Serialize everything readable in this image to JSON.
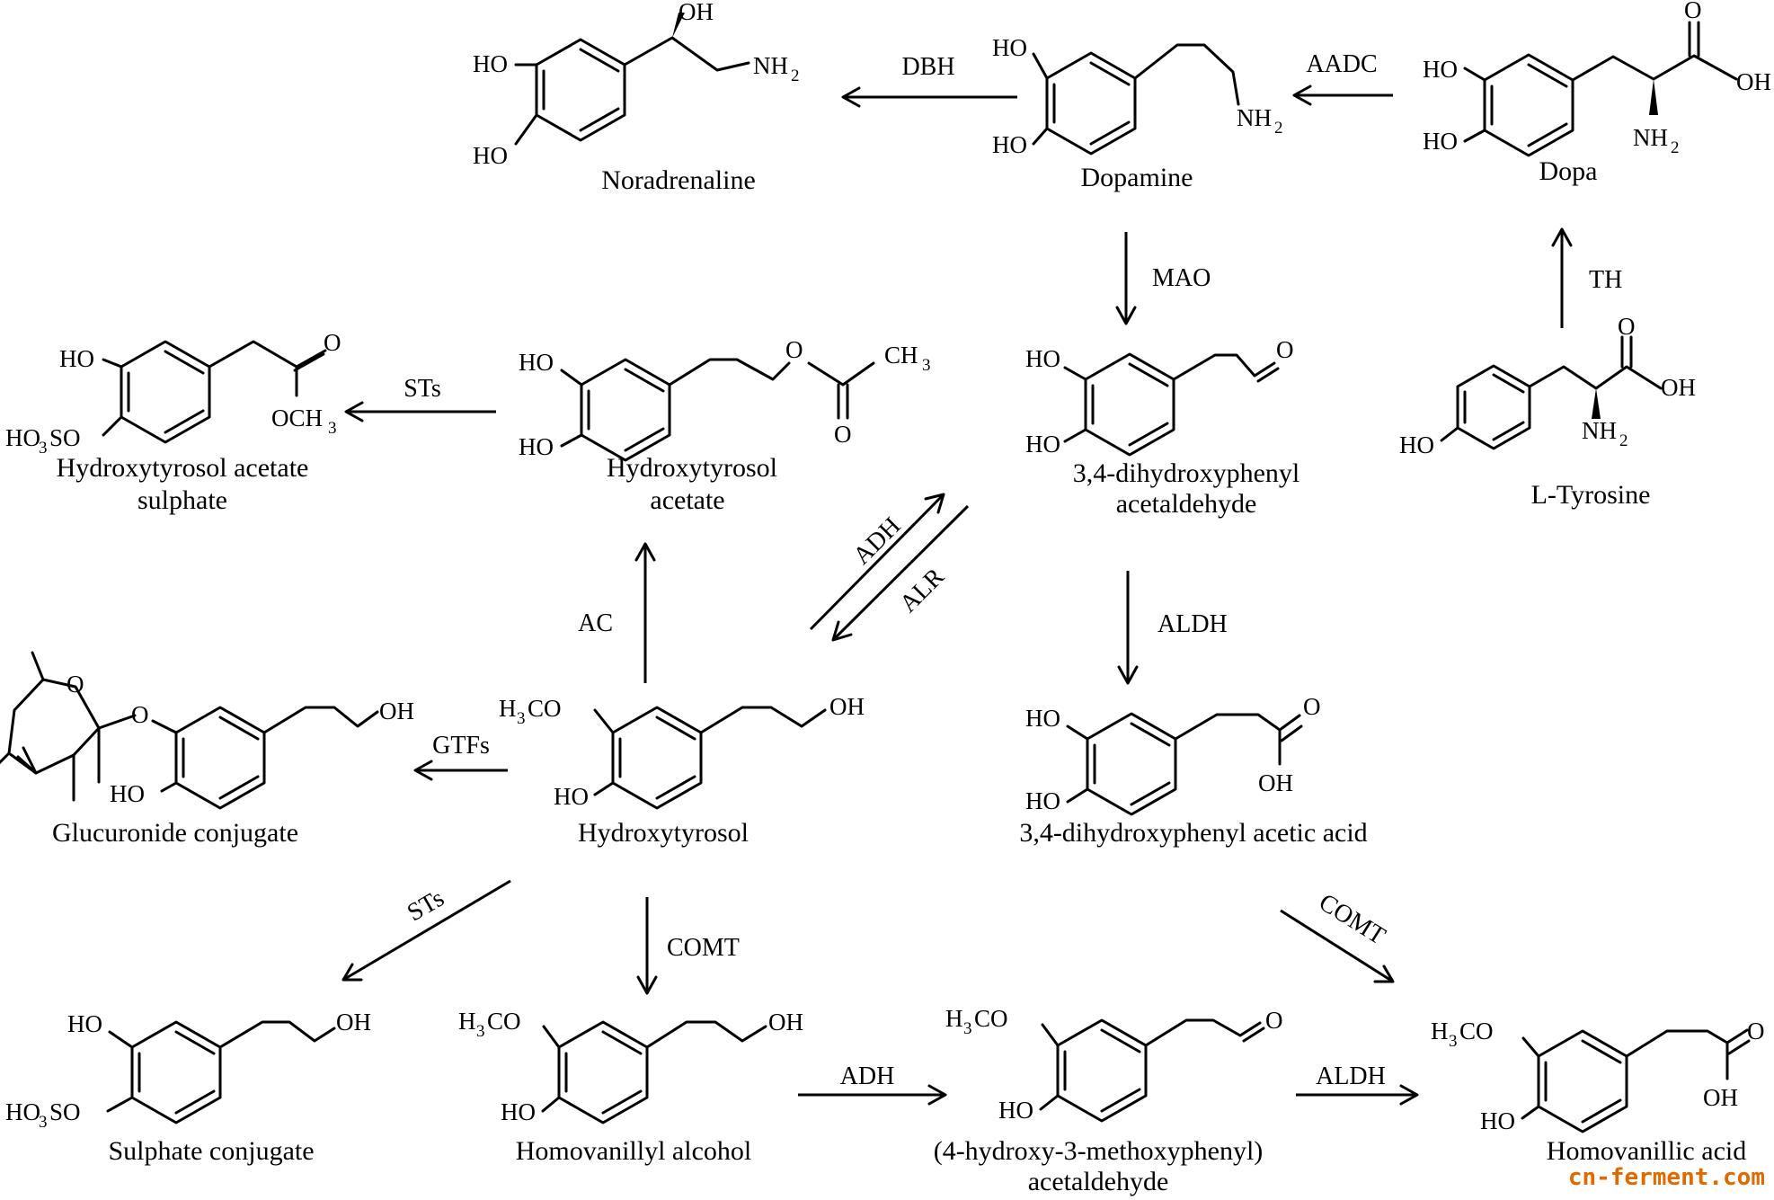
{
  "compounds": {
    "noradrenaline": "Noradrenaline",
    "dopamine": "Dopamine",
    "dopa": "Dopa",
    "hydroxytyrosol_acetate_sulphate": [
      "Hydroxytyrosol acetate",
      "sulphate"
    ],
    "hydroxytyrosol_acetate": [
      "Hydroxytyrosol",
      "acetate"
    ],
    "dihydroxyphenyl_acetaldehyde": [
      "3,4-dihydroxyphenyl",
      "acetaldehyde"
    ],
    "l_tyrosine": "L-Tyrosine",
    "glucuronide_conjugate": "Glucuronide conjugate",
    "hydroxytyrosol": "Hydroxytyrosol",
    "dihydroxyphenyl_acetic_acid": "3,4-dihydroxyphenyl acetic acid",
    "sulphate_conjugate": "Sulphate conjugate",
    "homovanillyl_alcohol": "Homovanillyl alcohol",
    "methoxyphenyl_acetaldehyde": [
      "(4-hydroxy-3-methoxyphenyl)",
      "acetaldehyde"
    ],
    "homovanillic_acid": "Homovanillic acid"
  },
  "enzymes": {
    "dbh": "DBH",
    "aadc": "AADC",
    "mao": "MAO",
    "th": "TH",
    "sts_acetate": "STs",
    "adh_up": "ADH",
    "alr": "ALR",
    "ac": "AC",
    "aldh_mid": "ALDH",
    "gtfs": "GTFs",
    "sts_sulphate": "STs",
    "comt_ht": "COMT",
    "comt_right": "COMT",
    "adh_bottom": "ADH",
    "aldh_bottom": "ALDH"
  },
  "atoms": {
    "HO": "HO",
    "OH": "OH",
    "O": "O",
    "NH": "NH",
    "two": "2",
    "three": "3",
    "CH": "CH",
    "OCH": "OCH",
    "H": "H",
    "CO": "CO",
    "SO": "SO"
  },
  "watermark": "cn-ferment.com"
}
